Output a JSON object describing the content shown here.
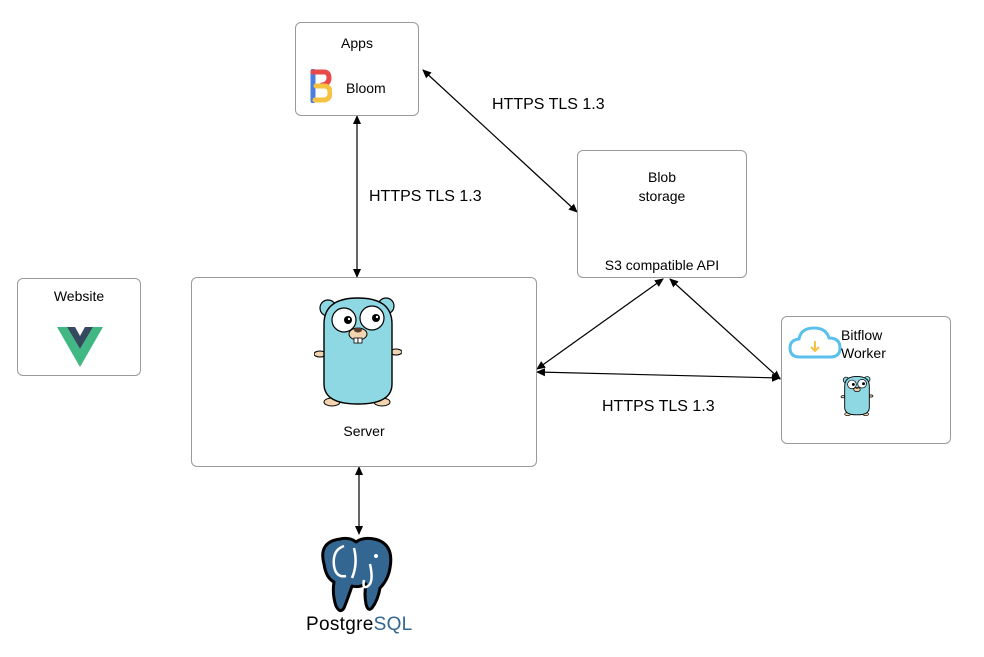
{
  "nodes": {
    "apps": {
      "title": "Apps",
      "app_name": "Bloom"
    },
    "blob": {
      "title_line1": "Blob",
      "title_line2": "storage",
      "subtitle": "S3 compatible API"
    },
    "website": {
      "title": "Website"
    },
    "server": {
      "title": "Server"
    },
    "worker": {
      "title_line1": "Bitflow",
      "title_line2": "Worker"
    },
    "postgres": {
      "label_part1": "Postgre",
      "label_part2": "SQL"
    }
  },
  "edges": {
    "apps_blob": "HTTPS TLS 1.3",
    "apps_server": "HTTPS TLS 1.3",
    "server_worker": "HTTPS TLS 1.3"
  },
  "colors": {
    "box_border": "#9a9a9a",
    "arrow": "#000000",
    "gopher_body": "#8ed8e3",
    "vue_green": "#41b883",
    "vue_dark": "#35495e",
    "postgres_blue": "#336791",
    "cloud_blue": "#5bc0eb",
    "bloom_red": "#e84a4a",
    "bloom_yellow": "#f5c242",
    "bloom_blue": "#4a7fe0"
  },
  "icons": [
    "bloom-logo-icon",
    "gopher-icon",
    "vue-logo-icon",
    "cloud-download-icon",
    "postgresql-elephant-icon"
  ]
}
